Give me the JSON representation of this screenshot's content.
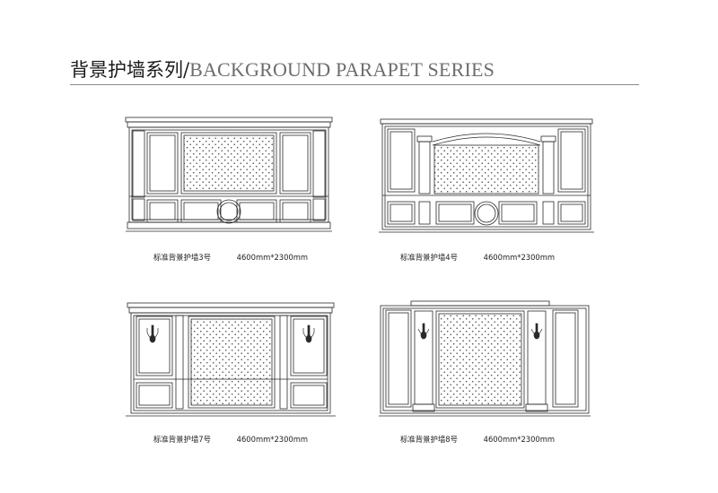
{
  "header": {
    "title_zh": "背景护墙系列/",
    "title_en": "BACKGROUND PARAPET SERIES"
  },
  "panels": [
    {
      "name": "标准背景护墙3号",
      "size": "4600mm*2300mm"
    },
    {
      "name": "标准背景护墙4号",
      "size": "4600mm*2300mm"
    },
    {
      "name": "标准背景护墙7号",
      "size": "4600mm*2300mm"
    },
    {
      "name": "标准背景护墙8号",
      "size": "4600mm*2300mm"
    }
  ],
  "colors": {
    "line": "#2a2a2a",
    "rule": "#8a8a8a",
    "title_en": "#6d6d6d"
  }
}
